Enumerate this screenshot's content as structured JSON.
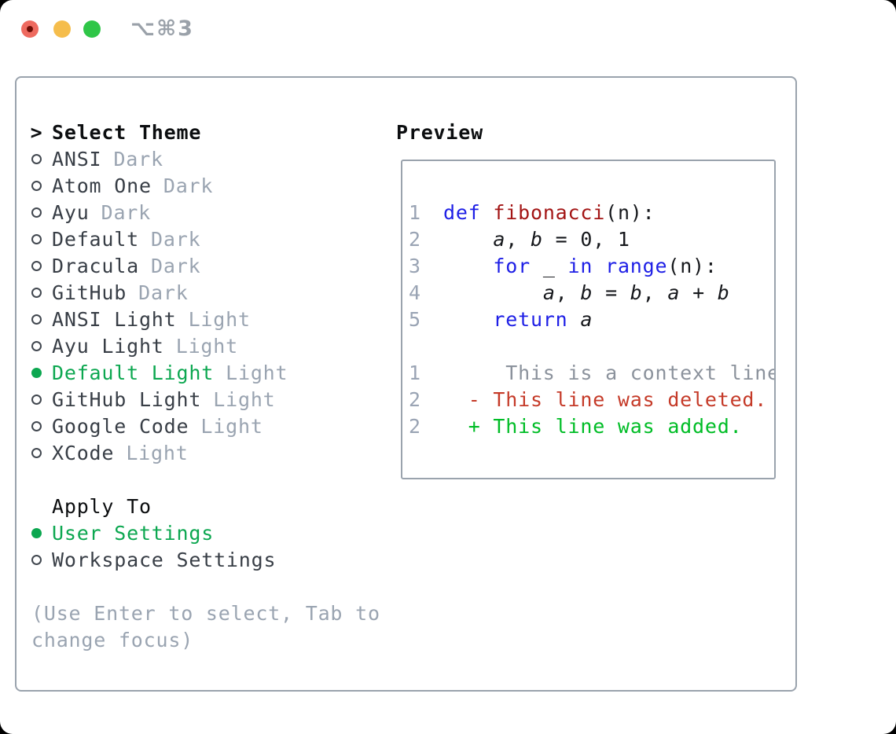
{
  "titlebar": {
    "title": "⌥⌘3"
  },
  "theme_list": {
    "header": "Select Theme",
    "header_marker": ">",
    "items": [
      {
        "name": "ANSI",
        "variant": "Dark",
        "selected": false
      },
      {
        "name": "Atom One",
        "variant": "Dark",
        "selected": false
      },
      {
        "name": "Ayu",
        "variant": "Dark",
        "selected": false
      },
      {
        "name": "Default",
        "variant": "Dark",
        "selected": false
      },
      {
        "name": "Dracula",
        "variant": "Dark",
        "selected": false
      },
      {
        "name": "GitHub",
        "variant": "Dark",
        "selected": false
      },
      {
        "name": "ANSI Light",
        "variant": "Light",
        "selected": false
      },
      {
        "name": "Ayu Light",
        "variant": "Light",
        "selected": false
      },
      {
        "name": "Default Light",
        "variant": "Light",
        "selected": true
      },
      {
        "name": "GitHub Light",
        "variant": "Light",
        "selected": false
      },
      {
        "name": "Google Code",
        "variant": "Light",
        "selected": false
      },
      {
        "name": "XCode",
        "variant": "Light",
        "selected": false
      }
    ]
  },
  "apply_to": {
    "header": "Apply To",
    "items": [
      {
        "label": "User Settings",
        "selected": true
      },
      {
        "label": "Workspace Settings",
        "selected": false
      }
    ]
  },
  "help_text": [
    "(Use Enter to select, Tab to",
    "change focus)"
  ],
  "preview": {
    "title": "Preview",
    "lines": [
      {
        "num": "1",
        "segments": [
          {
            "text": "def",
            "style": "kw"
          },
          {
            "text": " ",
            "style": "plain"
          },
          {
            "text": "fibonacci",
            "style": "fn"
          },
          {
            "text": "(n):",
            "style": "plain"
          }
        ]
      },
      {
        "num": "2",
        "segments": [
          {
            "text": "    ",
            "style": "plain"
          },
          {
            "text": "a",
            "style": "var"
          },
          {
            "text": ", ",
            "style": "plain"
          },
          {
            "text": "b",
            "style": "var"
          },
          {
            "text": " = 0, 1",
            "style": "plain"
          }
        ]
      },
      {
        "num": "3",
        "segments": [
          {
            "text": "    ",
            "style": "plain"
          },
          {
            "text": "for",
            "style": "kw"
          },
          {
            "text": " _ ",
            "style": "plain"
          },
          {
            "text": "in",
            "style": "kw"
          },
          {
            "text": " ",
            "style": "plain"
          },
          {
            "text": "range",
            "style": "kw"
          },
          {
            "text": "(n):",
            "style": "plain"
          }
        ]
      },
      {
        "num": "4",
        "segments": [
          {
            "text": "        ",
            "style": "plain"
          },
          {
            "text": "a",
            "style": "var"
          },
          {
            "text": ", ",
            "style": "plain"
          },
          {
            "text": "b",
            "style": "var"
          },
          {
            "text": " = ",
            "style": "plain"
          },
          {
            "text": "b",
            "style": "var"
          },
          {
            "text": ", ",
            "style": "plain"
          },
          {
            "text": "a",
            "style": "var"
          },
          {
            "text": " + ",
            "style": "plain"
          },
          {
            "text": "b",
            "style": "var"
          }
        ]
      },
      {
        "num": "5",
        "segments": [
          {
            "text": "    ",
            "style": "plain"
          },
          {
            "text": "return",
            "style": "kw"
          },
          {
            "text": " ",
            "style": "plain"
          },
          {
            "text": "a",
            "style": "var"
          }
        ]
      },
      {
        "num": "",
        "segments": []
      },
      {
        "num": "1",
        "segments": [
          {
            "text": "     This is a context line.",
            "style": "ctx"
          }
        ]
      },
      {
        "num": "2",
        "segments": [
          {
            "text": "  - This line was deleted.",
            "style": "del"
          }
        ]
      },
      {
        "num": "2",
        "segments": [
          {
            "text": "  + This line was added.",
            "style": "add"
          }
        ]
      }
    ]
  },
  "colors": {
    "selection_green": "#0ca750",
    "keyword_blue": "#1e1fe6",
    "function_red": "#a31515",
    "added_green": "#00bd26",
    "deleted_red": "#c53a28",
    "context_gray": "#8b929c",
    "muted_gray": "#9aa4b1",
    "text_dark": "#383e46",
    "line_number_gray": "#9aa4b4",
    "border_gray": "#9aa3ad",
    "traffic_red": "#ee6a5f",
    "traffic_yellow": "#f5bd4c",
    "traffic_green": "#2fc648"
  }
}
